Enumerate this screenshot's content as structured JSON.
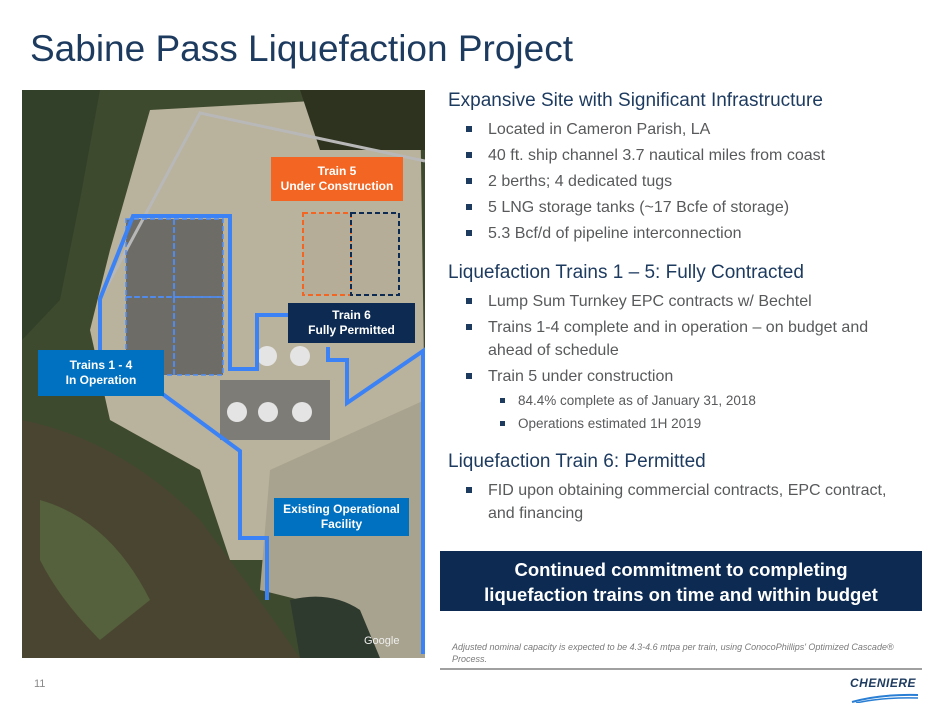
{
  "title": "Sabine Pass Liquefaction Project",
  "map": {
    "labels": {
      "train5": [
        "Train 5",
        "Under Construction"
      ],
      "train6": [
        "Train 6",
        "Fully Permitted"
      ],
      "trains14": [
        "Trains 1 - 4",
        "In Operation"
      ],
      "existing": [
        "Existing Operational",
        "Facility"
      ]
    },
    "attribution": "Google",
    "colors": {
      "operating": "#0070c0",
      "construction": "#f26522",
      "permitted": "#0d2b52",
      "outline": "#3b82f6"
    }
  },
  "sections": [
    {
      "heading": "Expansive Site with Significant Infrastructure",
      "items": [
        "Located in Cameron Parish, LA",
        "40 ft. ship channel 3.7 nautical miles from coast",
        "2 berths; 4 dedicated tugs",
        "5 LNG storage tanks (~17 Bcfe of storage)",
        "5.3 Bcf/d of pipeline interconnection"
      ]
    },
    {
      "heading": "Liquefaction Trains 1 – 5: Fully Contracted",
      "items": [
        "Lump Sum Turnkey EPC contracts w/ Bechtel",
        "Trains 1-4 complete and in operation – on budget and ahead of schedule",
        "Train 5 under construction"
      ],
      "subitems": [
        "84.4% complete as of January 31, 2018",
        "Operations estimated 1H 2019"
      ]
    },
    {
      "heading": "Liquefaction Train 6: Permitted",
      "items": [
        "FID upon obtaining commercial contracts, EPC contract, and financing"
      ]
    }
  ],
  "banner": [
    "Continued commitment to completing",
    "liquefaction trains on time and within budget"
  ],
  "footnote": "Adjusted nominal capacity is expected to be 4.3-4.6 mtpa per train, using ConocoPhillips' Optimized Cascade® Process.",
  "page_number": "11",
  "logo_text": "CHENIERE"
}
